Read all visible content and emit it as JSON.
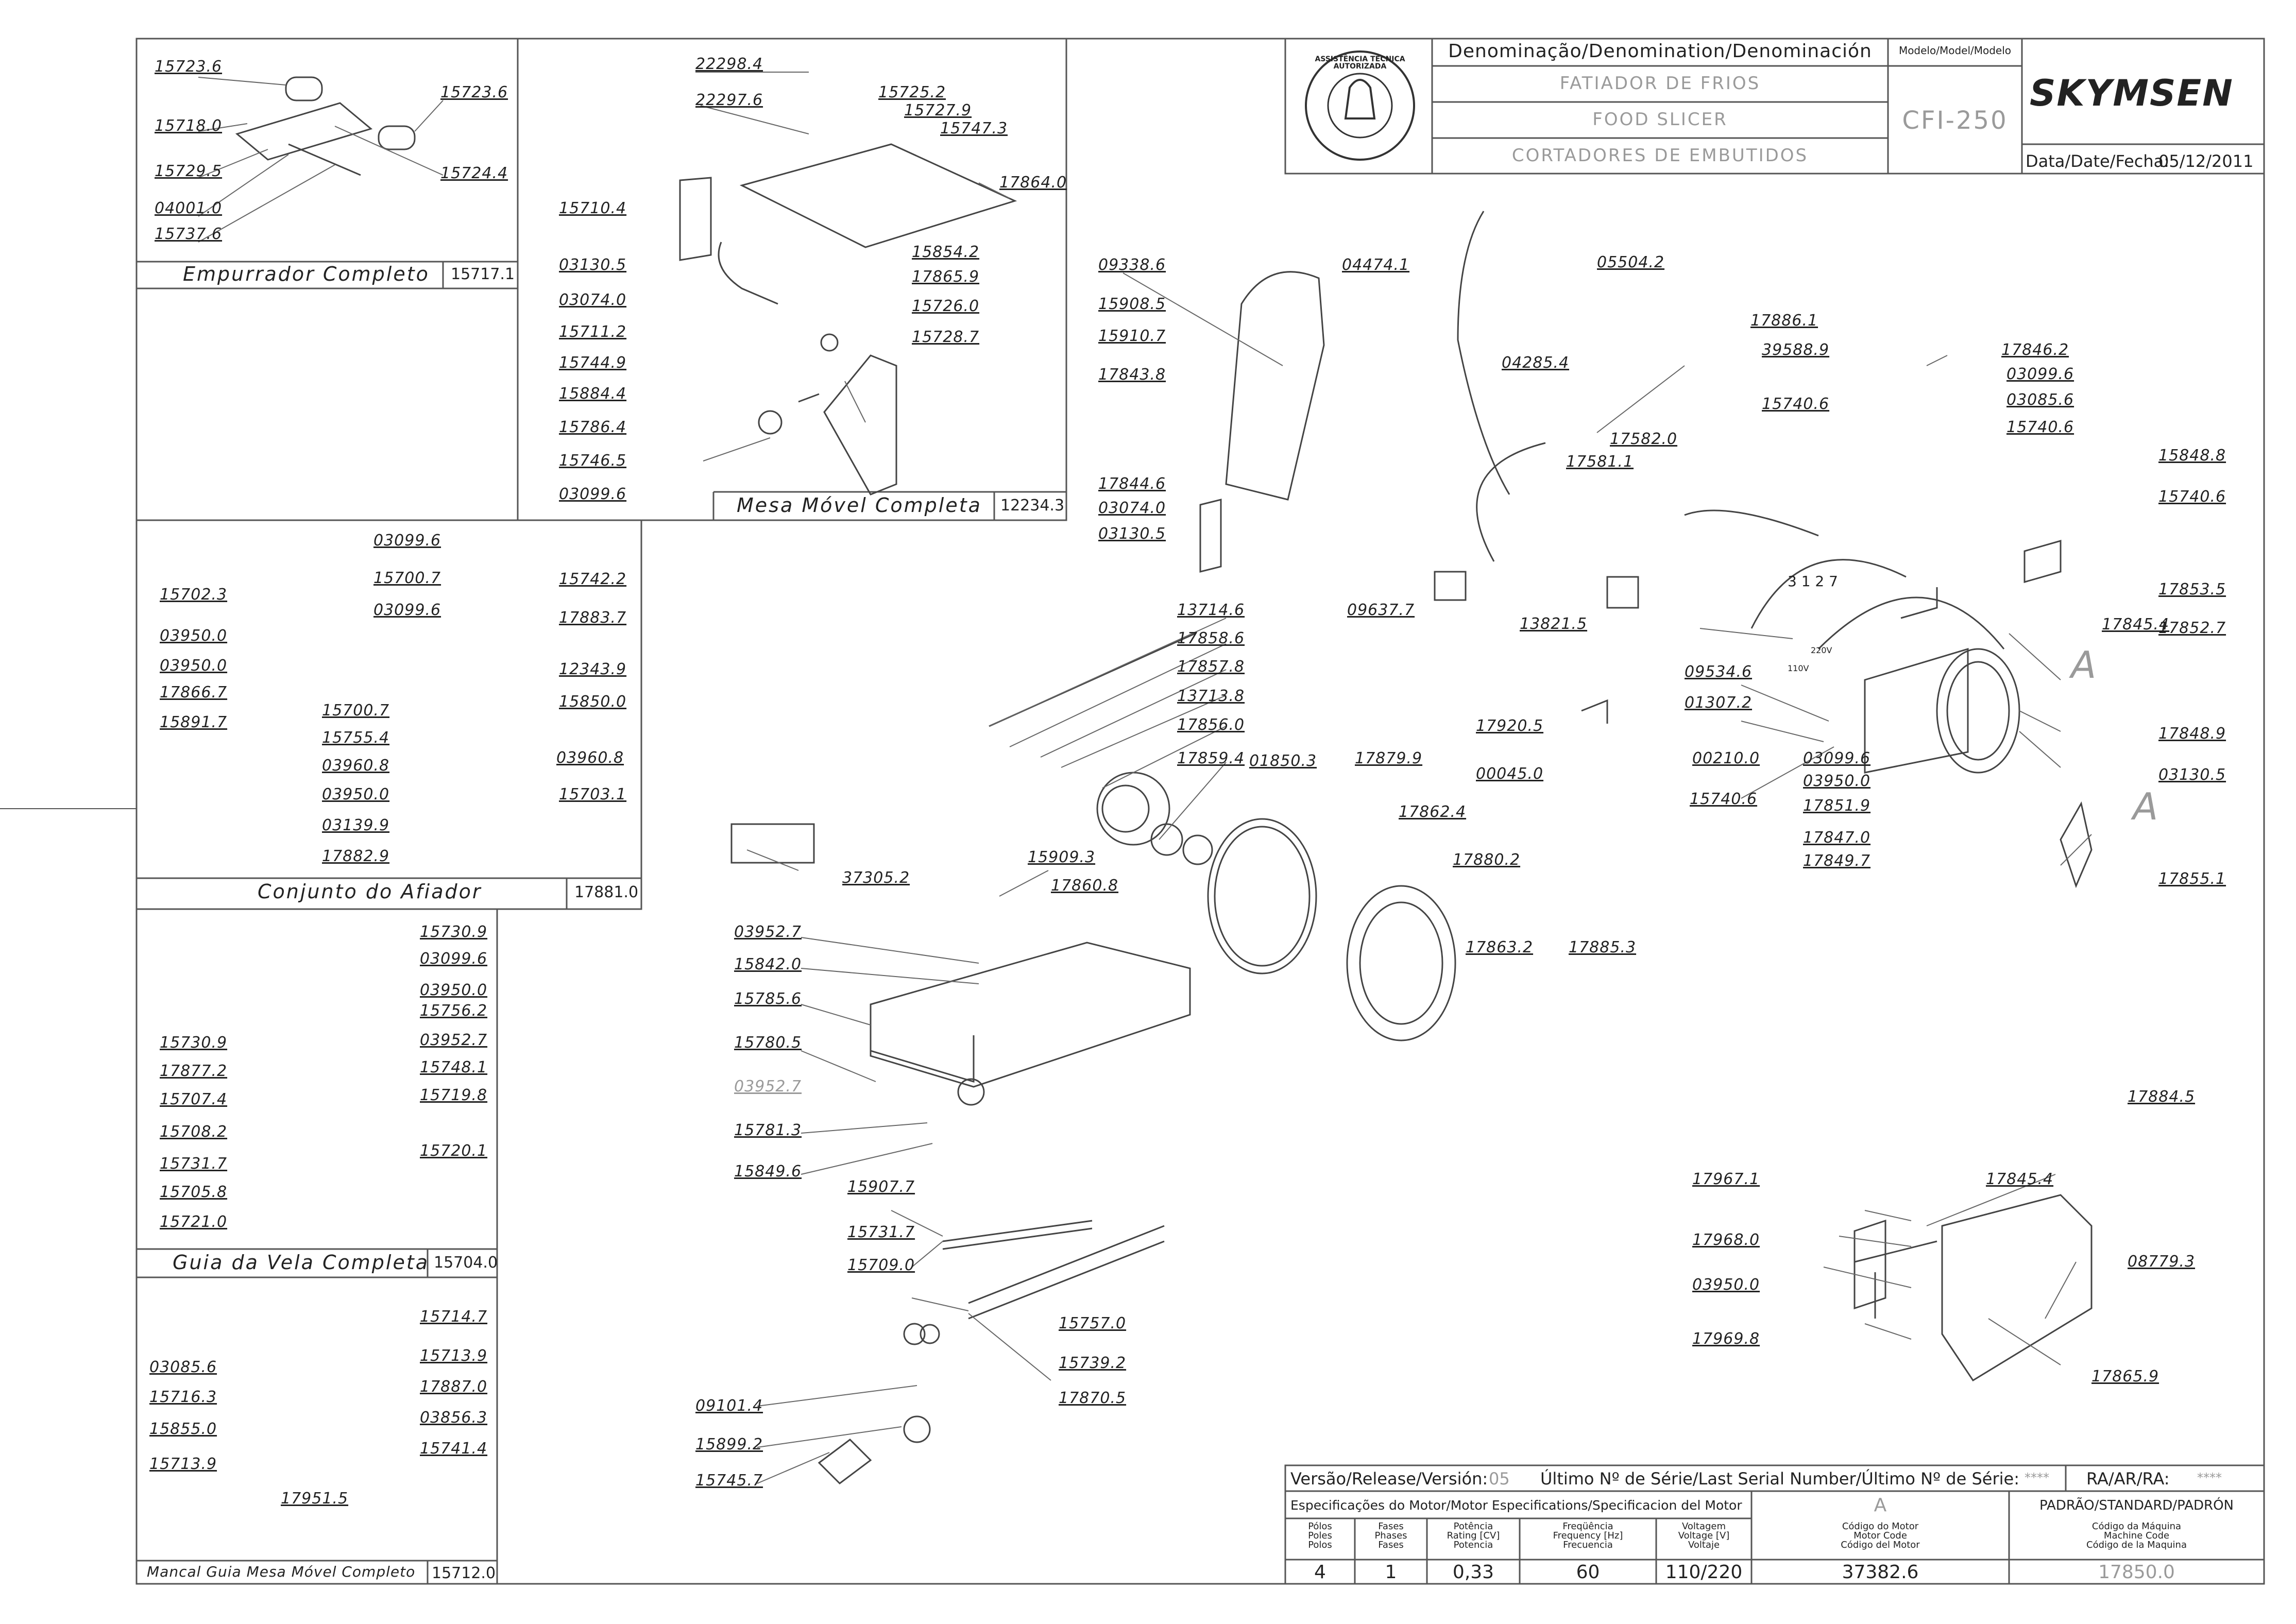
{
  "title_block": {
    "denomination_header": "Denominação/Denomination/Denominación",
    "model_header": "Modelo/Model/Modelo",
    "names": [
      "FATIADOR DE FRIOS",
      "FOOD SLICER",
      "CORTADORES DE EMBUTIDOS"
    ],
    "model": "CFI-250",
    "brand": "SKYMSEN",
    "date_label": "Data/Date/Fecha:",
    "date": "05/12/2011",
    "seal_text": "ASSISTÊNCIA TÉCNICA AUTORIZADA"
  },
  "panels": [
    {
      "title": "Empurrador Completo",
      "code": "15717.1"
    },
    {
      "title": "Mesa Móvel Completa",
      "code": "12234.3"
    },
    {
      "title": "Conjunto do Afiador",
      "code": "17881.0"
    },
    {
      "title": "Guia da Vela Completa",
      "code": "15704.0"
    },
    {
      "title": "Mancal Guia Mesa Móvel Completo",
      "code": "15712.0"
    }
  ],
  "parts": {
    "empurrador": [
      "15723.6",
      "15723.6",
      "15718.0",
      "15729.5",
      "15724.4",
      "04001.0",
      "15737.6"
    ],
    "mesa": [
      "22298.4",
      "22297.6",
      "15725.2",
      "15727.9",
      "15747.3",
      "17864.0",
      "15710.4",
      "03130.5",
      "15854.2",
      "03074.0",
      "17865.9",
      "15711.2",
      "15726.0",
      "15744.9",
      "15728.7",
      "15884.4",
      "15786.4",
      "15746.5",
      "03099.6"
    ],
    "afiador": [
      "03099.6",
      "15702.3",
      "15700.7",
      "15742.2",
      "03099.6",
      "03950.0",
      "17883.7",
      "03950.0",
      "17866.7",
      "12343.9",
      "15891.7",
      "15700.7",
      "15850.0",
      "15755.4",
      "03960.8",
      "03960.8",
      "03950.0",
      "15703.1",
      "03139.9",
      "17882.9"
    ],
    "guia": [
      "15730.9",
      "03099.6",
      "03950.0",
      "15756.2",
      "15730.9",
      "03952.7",
      "17877.2",
      "15748.1",
      "15707.4",
      "15719.8",
      "15708.2",
      "15720.1",
      "15731.7",
      "15705.8",
      "15721.0"
    ],
    "mancal": [
      "15714.7",
      "15713.9",
      "03085.6",
      "17887.0",
      "15716.3",
      "03856.3",
      "15855.0",
      "15741.4",
      "15713.9",
      "17951.5"
    ],
    "main": [
      "09338.6",
      "04474.1",
      "15908.5",
      "15910.7",
      "17843.8",
      "17844.6",
      "03074.0",
      "03130.5",
      "13714.6",
      "17858.6",
      "17857.8",
      "13713.8",
      "17856.0",
      "17859.4",
      "01850.3",
      "17879.9",
      "17860.8",
      "37305.2",
      "15909.3",
      "17862.4",
      "03952.7",
      "15842.0",
      "15785.6",
      "17880.2",
      "17863.2",
      "17885.3",
      "15780.5",
      "03952.7",
      "15781.3",
      "15849.6",
      "15907.7",
      "15731.7",
      "15709.0",
      "15757.0",
      "15739.2",
      "17870.5",
      "09101.4",
      "15899.2",
      "15745.7",
      "09637.7"
    ],
    "electrical": [
      "05504.2",
      "17886.1",
      "04285.4",
      "39588.9",
      "15740.6",
      "17582.0",
      "17581.1",
      "13821.5",
      "17846.2",
      "03099.6",
      "03085.6",
      "15740.6",
      "15848.8",
      "15740.6",
      "17853.5",
      "17845.4",
      "17852.7",
      "09534.6",
      "01307.2",
      "17920.5",
      "00210.0",
      "03099.6",
      "17848.9",
      "00045.0",
      "03950.0",
      "03130.5",
      "17851.9",
      "15740.6",
      "17847.0",
      "17849.7",
      "17855.1"
    ],
    "guard": [
      "17845.4",
      "17884.5",
      "17967.1",
      "17968.0",
      "08779.3",
      "03950.0",
      "17969.8",
      "17865.9"
    ]
  },
  "diagram_marks": {
    "terminal_numbers": "3  1  2 7",
    "voltage_a": "220V",
    "voltage_b": "110V",
    "letter_a": "A"
  },
  "release": {
    "version_label": "Versão/Release/Versión:",
    "version": "05",
    "serial_label": "Último Nº de Série/Last Serial Number/Último Nº de Série:",
    "serial": "****",
    "ra_label": "RA/AR/RA:",
    "ra": "****"
  },
  "motor": {
    "spec_label": "Especificações do Motor/Motor Especifications/Specificacion del Motor",
    "revision": "A",
    "standard": "PADRÃO/STANDARD/PADRÓN",
    "headers": [
      [
        "Pólos",
        "Poles",
        "Polos"
      ],
      [
        "Fases",
        "Phases",
        "Fases"
      ],
      [
        "Potência",
        "Rating [CV]",
        "Potencia"
      ],
      [
        "Freqüência",
        "Frequency [Hz]",
        "Frecuencia"
      ],
      [
        "Voltagem",
        "Voltage [V]",
        "Voltaje"
      ],
      [
        "Código do Motor",
        "Motor Code",
        "Código del Motor"
      ],
      [
        "Código da Máquina",
        "Machine Code",
        "Código de la Maquina"
      ]
    ],
    "values": [
      "4",
      "1",
      "0,33",
      "60",
      "110/220",
      "37382.6",
      "17850.0"
    ]
  }
}
